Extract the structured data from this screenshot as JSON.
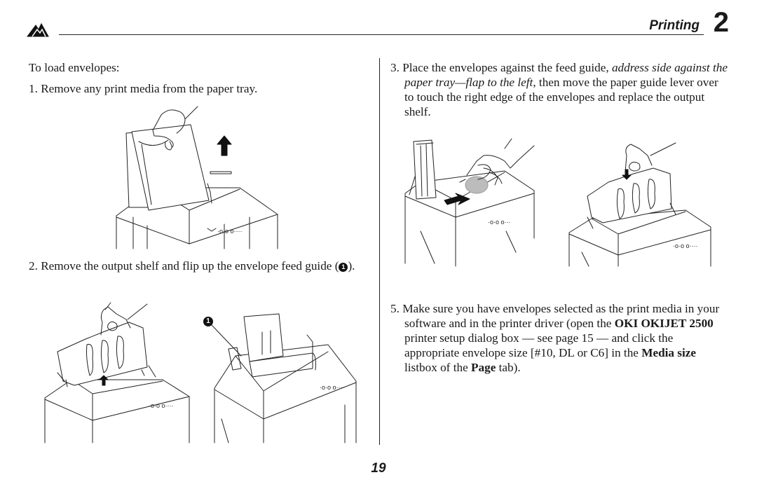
{
  "header": {
    "section_title": "Printing",
    "chapter_number": "2"
  },
  "left": {
    "intro": "To load envelopes:",
    "step1": "1. Remove any print media from the paper tray.",
    "step2_text": "2. Remove the output shelf and flip up the envelope feed guide (",
    "step2_end": ").",
    "callout_label": "1"
  },
  "right": {
    "step3_a": "3. Place the envelopes against the feed guide, ",
    "step3_italic": "address side against the paper tray—flap to the left",
    "step3_b": ", then move the paper guide lever over to touch the right edge of the envelopes and replace the output shelf.",
    "step5_a": "5. Make sure you have envelopes selected as the print media in your software and in the printer driver (open the ",
    "step5_bold1": "OKI OKIJET 2500",
    "step5_b": " printer setup dialog box — see page 15 — and click the appropriate envelope size [#10, DL or C6] in the ",
    "step5_bold2": "Media size",
    "step5_c": " listbox of the ",
    "step5_bold3": "Page",
    "step5_d": " tab)."
  },
  "footer": {
    "page_number": "19"
  },
  "icons": [
    "logo-mark",
    "up-arrow",
    "left-arrow",
    "down-arrow",
    "callout-1"
  ]
}
